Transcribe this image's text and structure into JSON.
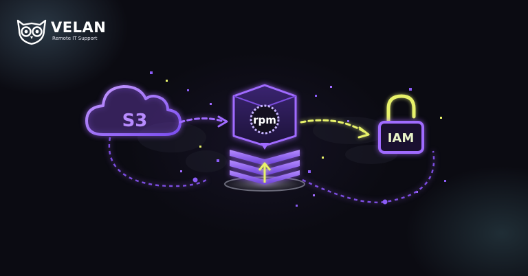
{
  "brand": {
    "name": "VELAN",
    "tagline": "Remote IT Support"
  },
  "diagram": {
    "source": {
      "label": "S3"
    },
    "package": {
      "label": "rpm"
    },
    "target": {
      "label": "IAM"
    }
  },
  "colors": {
    "background": "#0b0b12",
    "accent_purple": "#a06bff",
    "accent_yellow": "#e8f26a",
    "text_light": "#ffffff"
  }
}
